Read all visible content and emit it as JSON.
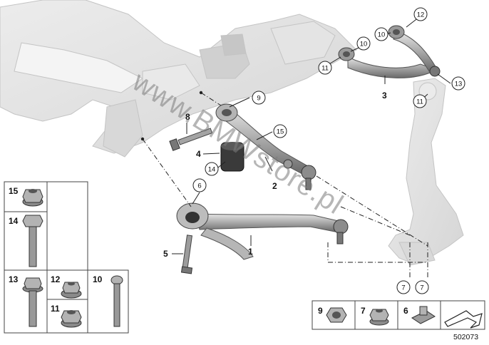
{
  "diagram": {
    "watermark": "www.BMWstore.pl",
    "doc_number": "502073",
    "part_callouts": {
      "lower_arm": "1",
      "thrust_rod": "2",
      "upper_arm": "3",
      "bushing": "4",
      "bolt_lower": "5",
      "bolt_upper": "8"
    },
    "circled_callouts": {
      "c6": "6",
      "c7a": "7",
      "c7b": "7",
      "c9": "9",
      "c10a": "10",
      "c10b": "10",
      "c11a": "11",
      "c11b": "11",
      "c12": "12",
      "c13": "13",
      "c14": "14",
      "c15": "15"
    },
    "legend_left": {
      "cells": [
        {
          "label": "15",
          "icon": "flange-nut-icon"
        },
        {
          "label": "14",
          "icon": "long-hex-bolt-icon"
        },
        {
          "label": "13",
          "icon": "flange-bolt-icon"
        },
        {
          "label": "12",
          "icon": "collar-nut-icon"
        },
        {
          "label": "11",
          "icon": "flange-nut-icon"
        },
        {
          "label": "10",
          "icon": "torx-bolt-icon"
        }
      ]
    },
    "legend_bottom": {
      "cells": [
        {
          "label": "9",
          "icon": "hex-nut-icon"
        },
        {
          "label": "7",
          "icon": "self-locking-nut-icon"
        },
        {
          "label": "6",
          "icon": "cage-nut-icon"
        },
        {
          "label": "",
          "icon": "arrow-box-icon"
        }
      ]
    },
    "colors": {
      "frame": "#dcdcdc",
      "frame_stroke": "#bdbdbd",
      "part_fill": "#a9a9a9",
      "part_dark": "#444444",
      "line": "#222222"
    }
  }
}
